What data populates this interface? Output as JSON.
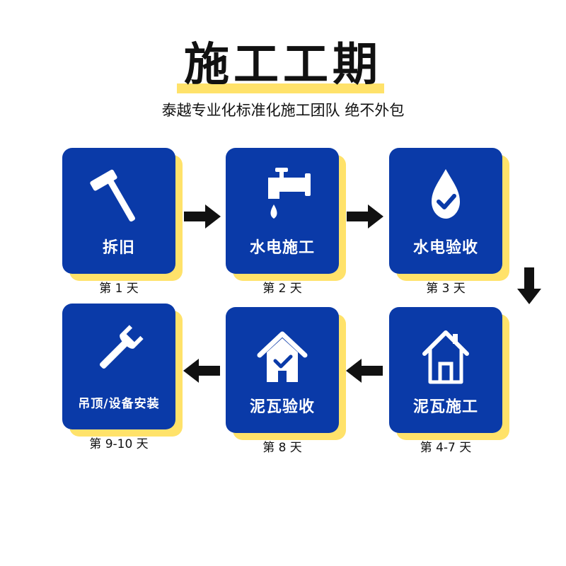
{
  "header": {
    "title": "施工工期",
    "subtitle": "泰越专业化标准化施工团队 绝不外包"
  },
  "colors": {
    "card_blue": "#0a3aa8",
    "accent_yellow": "#ffe26a",
    "arrow_black": "#111111"
  },
  "steps": [
    {
      "label": "拆旧",
      "caption": "第 1 天",
      "icon": "hammer-icon"
    },
    {
      "label": "水电施工",
      "caption": "第 2 天",
      "icon": "faucet-icon"
    },
    {
      "label": "水电验收",
      "caption": "第 3 天",
      "icon": "water-drop-check-icon"
    },
    {
      "label": "泥瓦施工",
      "caption": "第 4-7 天",
      "icon": "house-outline-icon"
    },
    {
      "label": "泥瓦验收",
      "caption": "第 8 天",
      "icon": "house-check-icon"
    },
    {
      "label": "吊顶/设备安装",
      "caption": "第 9-10 天",
      "icon": "wrench-icon"
    }
  ]
}
